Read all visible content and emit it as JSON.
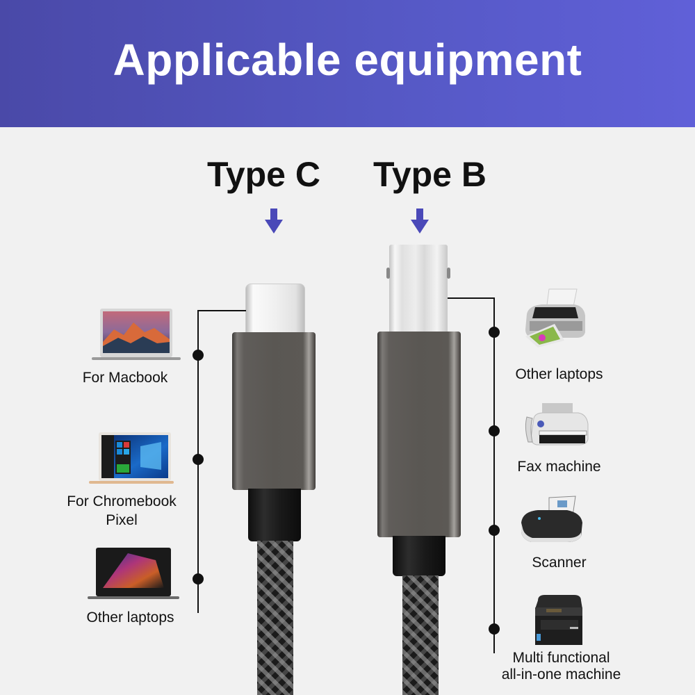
{
  "header": {
    "title": "Applicable equipment",
    "background_gradient": [
      "#4a49a8",
      "#6060d8"
    ]
  },
  "connectors": {
    "type_c": {
      "label": "Type C",
      "arrow_icon": "arrow-down-icon"
    },
    "type_b": {
      "label": "Type B",
      "arrow_icon": "arrow-down-icon"
    },
    "arrow_color": "#4a49b8"
  },
  "left_devices": [
    {
      "label": "For Macbook",
      "icon": "macbook-laptop-icon"
    },
    {
      "label_line1": "For Chromebook",
      "label_line2": "Pixel",
      "icon": "windows-laptop-icon"
    },
    {
      "label": "Other laptops",
      "icon": "laptop-icon"
    }
  ],
  "right_devices": [
    {
      "label": "Other laptops",
      "icon": "printer-icon"
    },
    {
      "label": "Fax machine",
      "icon": "fax-machine-icon"
    },
    {
      "label": "Scanner",
      "icon": "scanner-icon"
    },
    {
      "label_line1": "Multi functional",
      "label_line2": "all-in-one machine",
      "icon": "multifunction-printer-icon"
    }
  ]
}
